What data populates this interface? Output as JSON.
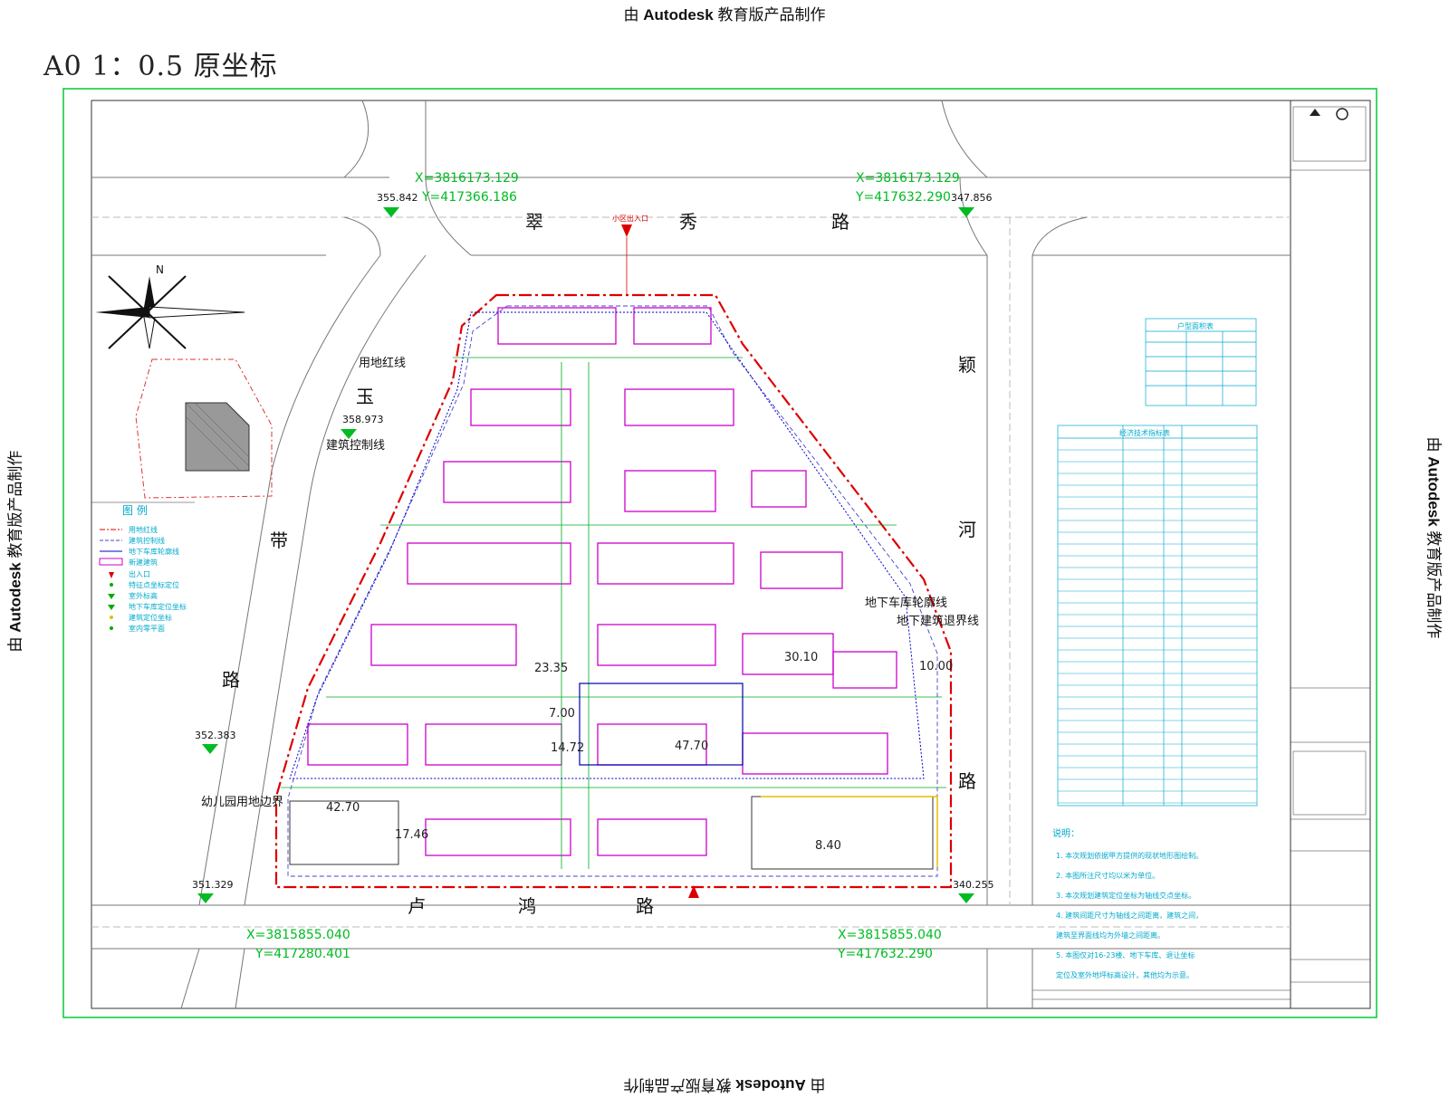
{
  "watermark": {
    "prefix": "由 ",
    "brand": "Autodesk",
    "suffix": " 教育版产品制作"
  },
  "sheet_title": "A0 1：0.5 原坐标",
  "corner_coords": [
    {
      "x": "X=3816173.129",
      "y": "Y=417366.186"
    },
    {
      "x": "X=3816173.129",
      "y": "Y=417632.290"
    },
    {
      "x": "X=3815855.040",
      "y": "Y=417280.401"
    },
    {
      "x": "X=3815855.040",
      "y": "Y=417632.290"
    }
  ],
  "elevations": [
    "355.842",
    "347.856",
    "358.973",
    "352.383",
    "351.329",
    "340.255"
  ],
  "roads": {
    "north": [
      "翠",
      "秀",
      "路"
    ],
    "east": [
      "颖",
      "河",
      "路"
    ],
    "south": [
      "卢",
      "鸿",
      "路"
    ],
    "west": [
      "玉",
      "带",
      "路"
    ]
  },
  "labels": {
    "site_entrance": "小区出入口",
    "land_boundary": "用地红线",
    "build_control": "建筑控制线",
    "garage_outline": "地下车库轮廓线",
    "underground_limit": "地下建筑退界线",
    "kindergarten_boundary": "幼儿园用地边界",
    "north": "N"
  },
  "legend": {
    "title": "图 例",
    "items": [
      "用地红线",
      "建筑控制线",
      "地下车库轮廓线",
      "新建建筑",
      "出入口",
      "特征点坐标定位",
      "室外标高",
      "地下车库定位坐标",
      "建筑定位坐标",
      "室内零平面"
    ]
  },
  "plan_numbers": [
    "42.70",
    "17.46",
    "8.40",
    "7.00",
    "14.72",
    "47.70",
    "23.35",
    "30.10",
    "10.00"
  ],
  "table1": {
    "title": "户型面积表"
  },
  "table2": {
    "title": "经济技术指标表"
  },
  "notes": {
    "title": "说明：",
    "items": [
      "1. 本次规划依据甲方提供的现状地形图绘制。",
      "2. 本图所注尺寸均以米为单位。",
      "3. 本次规划建筑定位坐标为轴线交点坐标。",
      "4. 建筑间距尺寸为轴线之间距离，建筑之间，",
      "   建筑至界面线均为外墙之间距离。",
      "5. 本图仅对16-23楼、地下车库、退让坐标",
      "   定位及室外地坪标高设计，其他均为示意。"
    ]
  },
  "colors": {
    "frame": "#00cc33",
    "boundary": "#dd0000",
    "building": "#cc00cc",
    "annot": "#00aa22",
    "road": "#888888"
  }
}
